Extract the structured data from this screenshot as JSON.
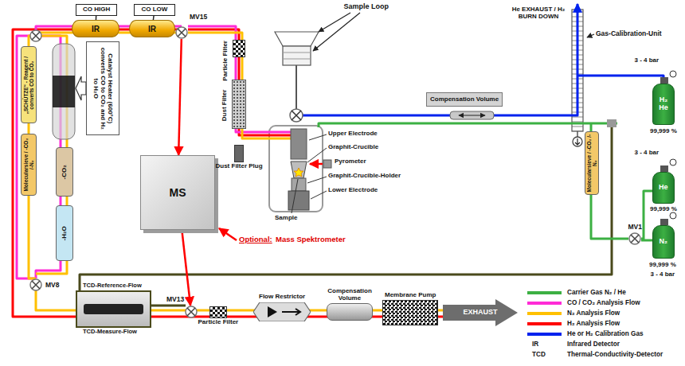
{
  "diagram": {
    "nodes": [
      {
        "text": [
          "CO HIGH"
        ]
      },
      {
        "text": [
          "CO LOW"
        ]
      },
      {
        "text": [
          "IR"
        ]
      },
      {
        "text": [
          "IR"
        ]
      },
      {
        "text": [
          "MV15"
        ]
      },
      {
        "text": [
          "Catalyst Heater (600°C) converts CO to CO₂ and H₂ to H₂O"
        ]
      },
      {
        "text": [
          "„SCHÜTZE“ - Reagent / converts CO to CO₂"
        ]
      },
      {
        "text": [
          "Molecularsieve / -CO₂ /-N₂"
        ]
      },
      {
        "text": [
          "-CO₂"
        ]
      },
      {
        "text": [
          "-H₂O"
        ]
      },
      {
        "text": [
          "MV8"
        ]
      },
      {
        "text": [
          "MS"
        ]
      },
      {
        "text": [
          "TCD-Reference-Flow",
          "TCD-Measure-Flow"
        ]
      },
      {
        "text": [
          "MV13"
        ]
      },
      {
        "text": [
          "Particle Filter"
        ]
      },
      {
        "text": [
          "Flow Restrictor"
        ]
      },
      {
        "text": [
          "Compensation Volume"
        ]
      },
      {
        "text": [
          "Membrane Pump"
        ]
      },
      {
        "text": [
          "EXHAUST"
        ]
      },
      {
        "text": [
          "Particle Filter"
        ]
      },
      {
        "text": [
          "Dust Filter"
        ]
      },
      {
        "text": [
          "Dust Filter Plug"
        ]
      },
      {
        "text": [
          "Compensation Volume"
        ]
      },
      {
        "text": [
          "Molecularsieve / -CO₂ /-N₂"
        ]
      },
      {
        "text": [
          "MV1"
        ]
      },
      {
        "text": [
          "H₂ He"
        ]
      },
      {
        "text": [
          "He"
        ]
      },
      {
        "text": [
          "N₂"
        ]
      }
    ],
    "edges": [
      {
        "from": 0,
        "to": 2,
        "arrow": "none"
      },
      {
        "from": 1,
        "to": 3,
        "arrow": "none"
      },
      {
        "from": 4,
        "to": 11,
        "arrow": "to"
      },
      {
        "from": 11,
        "to": 13,
        "arrow": "to"
      }
    ],
    "labels": [
      "Sample Loop",
      "He EXHAUST / H₂ BURN DOWN",
      "Gas-Calibration-Unit",
      "Upper Electrode",
      "Graphit-Crucible",
      "Pyrometer",
      "Graphit-Crucible-Holder",
      "Lower Electrode",
      "Sample",
      "3 - 4 bar",
      "99,999 %",
      "3 - 4 bar",
      "99,999 %",
      "99,999 %",
      "3 - 4 bar",
      "Optional:",
      "Mass Spektrometer",
      "IR",
      "Infrared Detector",
      "TCD",
      "Thermal-Conductivity-Detector"
    ],
    "legend": [
      {
        "text": "Carrier Gas N₂ / He",
        "color": "#3cb043"
      },
      {
        "text": "CO / CO₂ Analysis Flow",
        "color": "#ff2bd6"
      },
      {
        "text": "N₂ Analysis Flow",
        "color": "#ffc000"
      },
      {
        "text": "H₂ Analysis Flow",
        "color": "#ff0000"
      },
      {
        "text": "He or H₂ Calibration Gas",
        "color": "#0022ee"
      }
    ]
  }
}
